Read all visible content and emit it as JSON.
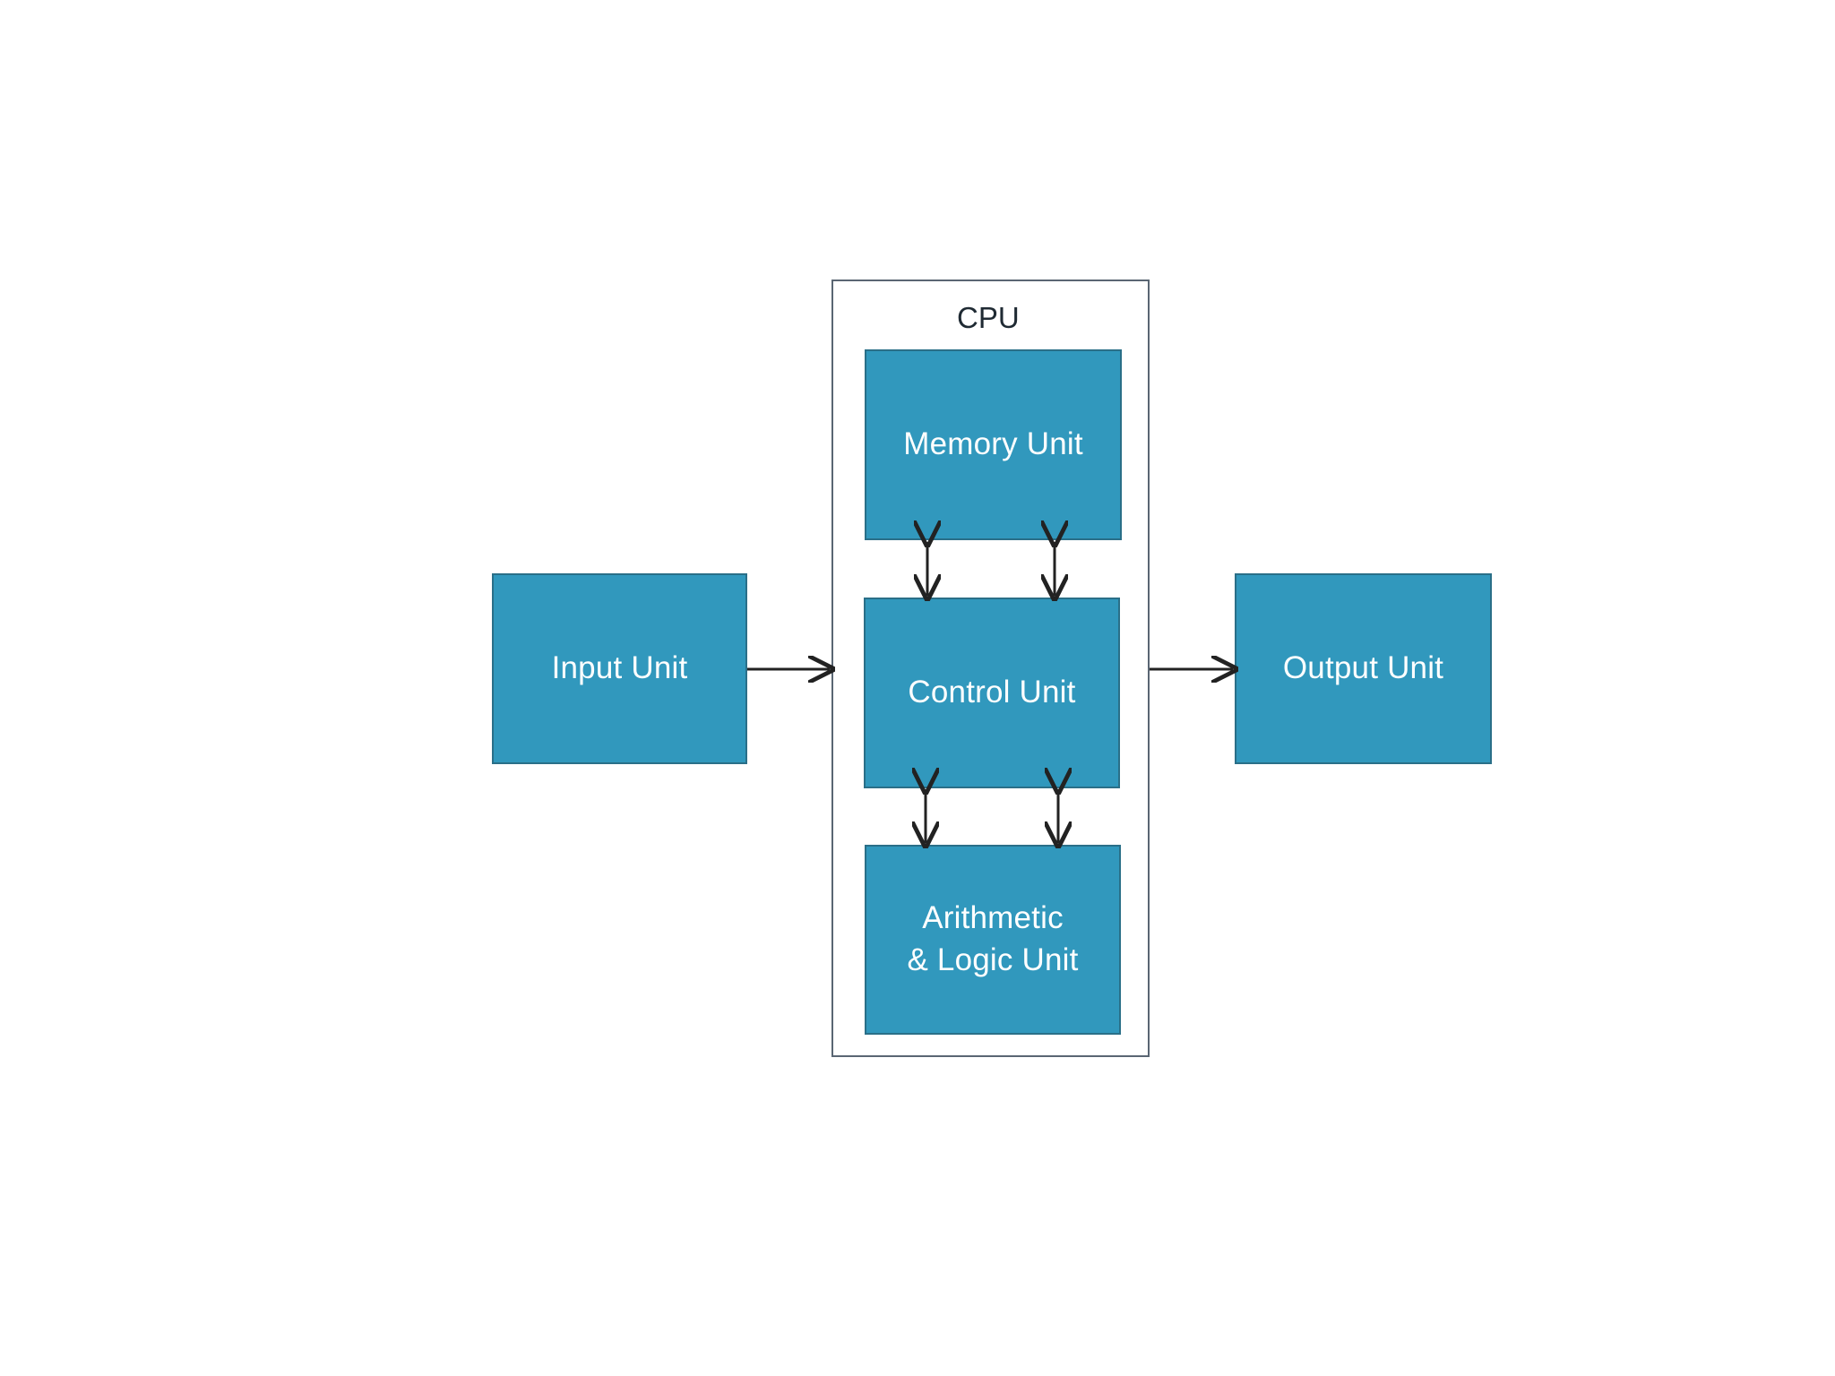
{
  "diagram": {
    "cpu_label": "CPU",
    "units": {
      "input": "Input Unit",
      "memory": "Memory Unit",
      "control": "Control Unit",
      "alu": "Arithmetic\n& Logic Unit",
      "output": "Output Unit"
    },
    "colors": {
      "unit_fill": "#3198bd",
      "unit_border": "#2a6f88",
      "cpu_border": "#5a6673",
      "arrow": "#222222",
      "text_light": "#ffffff",
      "text_dark": "#1f2a33"
    }
  }
}
